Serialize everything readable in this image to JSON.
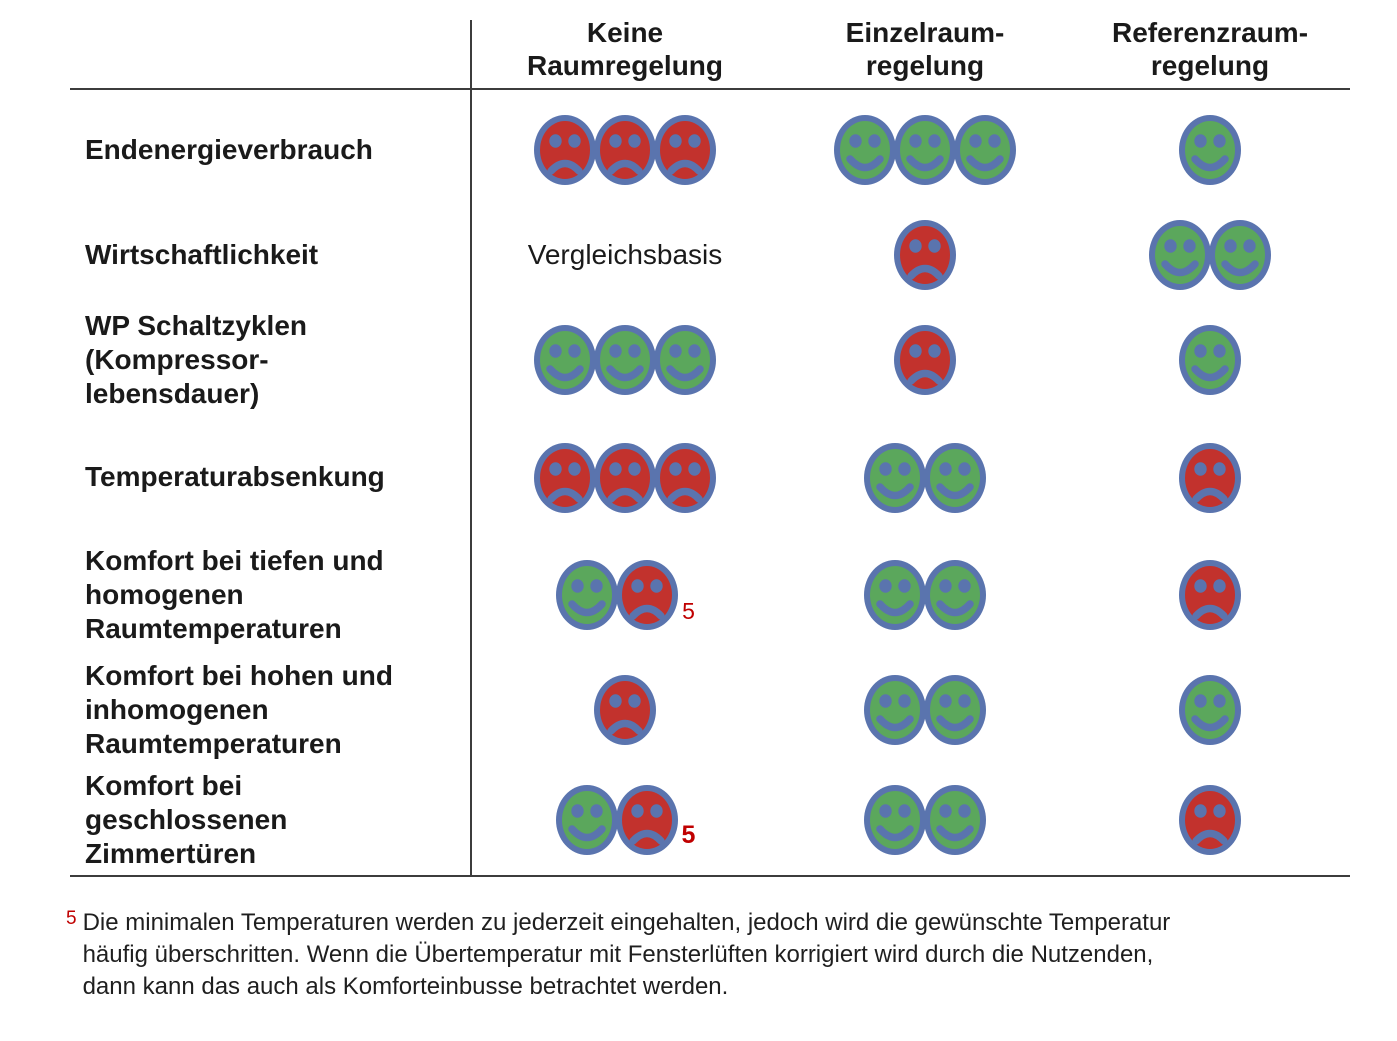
{
  "table": {
    "columns": [
      "Keine\nRaumregelung",
      "Einzelraum-\nregelung",
      "Referenzraum-\nregelung"
    ],
    "column_keys": [
      "keine-raumregelung",
      "einzelraumregelung",
      "referenzraumregelung"
    ],
    "rows": [
      {
        "label": "Endenergieverbrauch",
        "cells": [
          {
            "smileys": [
              "sad",
              "sad",
              "sad"
            ]
          },
          {
            "smileys": [
              "happy",
              "happy",
              "happy"
            ]
          },
          {
            "smileys": [
              "happy"
            ]
          }
        ]
      },
      {
        "label": "Wirtschaftlichkeit",
        "cells": [
          {
            "text": "Vergleichsbasis"
          },
          {
            "smileys": [
              "sad"
            ]
          },
          {
            "smileys": [
              "happy",
              "happy"
            ]
          }
        ]
      },
      {
        "label": "WP Schaltzyklen\n(Kompressor-\nlebensdauer)",
        "cells": [
          {
            "smileys": [
              "happy",
              "happy",
              "happy"
            ]
          },
          {
            "smileys": [
              "sad"
            ]
          },
          {
            "smileys": [
              "happy"
            ]
          }
        ]
      },
      {
        "label": "Temperaturabsenkung",
        "cells": [
          {
            "smileys": [
              "sad",
              "sad",
              "sad"
            ]
          },
          {
            "smileys": [
              "happy",
              "happy"
            ]
          },
          {
            "smileys": [
              "sad"
            ]
          }
        ]
      },
      {
        "label": "Komfort bei tiefen und\nhomogenen\nRaumtemperaturen",
        "cells": [
          {
            "smileys": [
              "happy",
              "sad"
            ],
            "note": "5",
            "note_bold": false
          },
          {
            "smileys": [
              "happy",
              "happy"
            ]
          },
          {
            "smileys": [
              "sad"
            ]
          }
        ]
      },
      {
        "label": "Komfort bei hohen und\ninhomogenen\nRaumtemperaturen",
        "cells": [
          {
            "smileys": [
              "sad"
            ]
          },
          {
            "smileys": [
              "happy",
              "happy"
            ]
          },
          {
            "smileys": [
              "happy"
            ]
          }
        ]
      },
      {
        "label": "Komfort bei\ngeschlossenen\nZimmertüren",
        "cells": [
          {
            "smileys": [
              "happy",
              "sad"
            ],
            "note": "5",
            "note_bold": true
          },
          {
            "smileys": [
              "happy",
              "happy"
            ]
          },
          {
            "smileys": [
              "sad"
            ]
          }
        ]
      }
    ]
  },
  "footnote": {
    "marker": "5",
    "text": "Die minimalen Temperaturen werden zu jederzeit eingehalten, jedoch wird die gewünschte Temperatur\nhäufig überschritten. Wenn die Übertemperatur mit Fensterlüften korrigiert wird durch die Nutzenden,\ndann kann das auch als Komforteinbusse betrachtet werden."
  },
  "colors": {
    "ring_blue": "#5a74ae",
    "happy_green": "#5ba75c",
    "sad_red": "#c2322d",
    "note_red": "#c00000",
    "line_gray": "#3c3c3c"
  }
}
